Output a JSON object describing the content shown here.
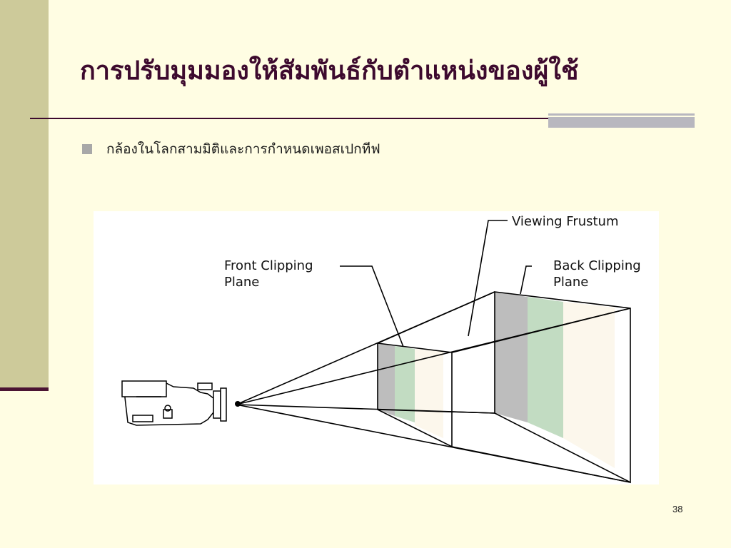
{
  "slide": {
    "title": "การปรับมุมมองให้สัมพันธ์กับตำแหน่งของผู้ใช้",
    "bullet": "กล้องในโลกสามมิติและการกำหนดเพอสเปกทีฟ",
    "page_number": "38"
  },
  "diagram": {
    "label_viewing_frustum": "Viewing Frustum",
    "label_front_line1": "Front Clipping",
    "label_front_line2": "Plane",
    "label_back_line1": "Back Clipping",
    "label_back_line2": "Plane",
    "icon": "video-camera-icon"
  },
  "colors": {
    "background": "#FFFDE3",
    "left_band": "#CDCA9A",
    "title": "#3D0A2E",
    "plane_gray": "#BDBDBD",
    "plane_green": "#C2DCC2",
    "plane_cream": "#FCF7EC"
  }
}
